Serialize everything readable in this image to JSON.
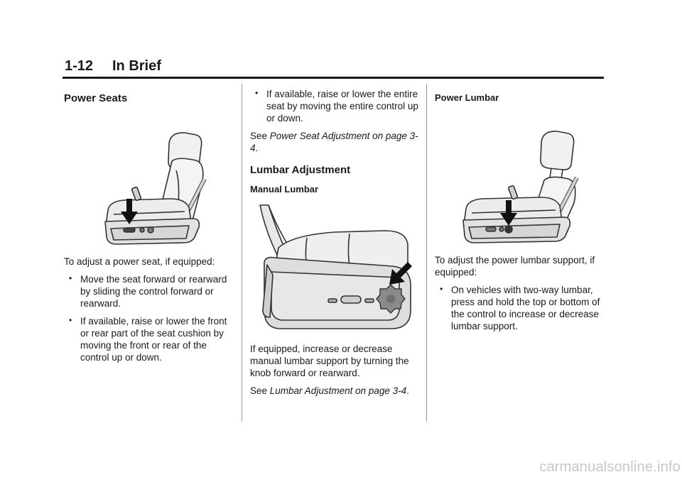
{
  "header": {
    "page_number": "1-12",
    "section_title": "In Brief"
  },
  "column1": {
    "heading": "Power Seats",
    "intro": "To adjust a power seat, if equipped:",
    "bullets": [
      "Move the seat forward or rearward by sliding the control forward or rearward.",
      "If available, raise or lower the front or rear part of the seat cushion by moving the front or rear of the control up or down."
    ]
  },
  "column2": {
    "bullets": [
      "If available, raise or lower the entire seat by moving the entire control up or down."
    ],
    "see_prefix": "See ",
    "see_ref": "Power Seat Adjustment on page 3-4",
    "see_suffix": ".",
    "heading": "Lumbar Adjustment",
    "subheading": "Manual Lumbar",
    "paragraph": "If equipped, increase or decrease manual lumbar support by turning the knob forward or rearward.",
    "see2_prefix": "See ",
    "see2_ref": "Lumbar Adjustment on page 3-4",
    "see2_suffix": "."
  },
  "column3": {
    "subheading": "Power Lumbar",
    "intro": "To adjust the power lumbar support, if equipped:",
    "bullets": [
      "On vehicles with two-way lumbar, press and hold the top or bottom of the control to increase or decrease lumbar support."
    ]
  },
  "bullet_symbol": "•",
  "footer": {
    "watermark": "carmanualsonline.info"
  }
}
